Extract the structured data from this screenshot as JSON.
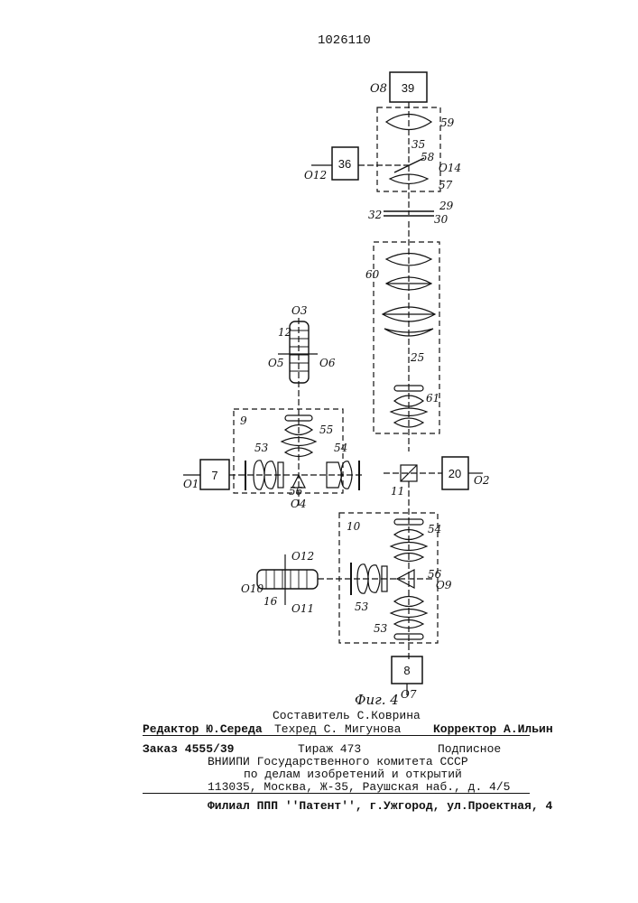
{
  "patent_number": "1026110",
  "figure_caption": "Фиг. 4",
  "diagram": {
    "blocks": [
      "39",
      "36",
      "7",
      "20",
      "8"
    ],
    "labels": {
      "l59": "59",
      "l35": "35",
      "l58": "58",
      "l57": "57",
      "l29": "29",
      "l30": "30",
      "l32": "32",
      "l60": "60",
      "l25": "25",
      "l61": "61",
      "l12": "12",
      "l9": "9",
      "l55": "55",
      "l53a": "53",
      "l54a": "54",
      "l56a": "56",
      "l11": "11",
      "l10": "10",
      "l54b": "54",
      "l56b": "56",
      "l53b": "53",
      "l53c": "53",
      "l16": "16"
    },
    "axes": {
      "O8": "O8",
      "O12a": "O12",
      "O14": "O14",
      "O3": "O3",
      "O5": "O5",
      "O6": "O6",
      "O1": "O1",
      "O2": "O2",
      "O4": "O4",
      "O9": "O9",
      "O12b": "O12",
      "O10": "O10",
      "O11": "O11",
      "O7": "O7"
    }
  },
  "footer": {
    "compiler": "Составитель С.Коврина",
    "editor": "Редактор Ю.Середа",
    "techred": "Техред С. Мигунова",
    "corrector": "Корректор А.Ильин",
    "order": "Заказ 4555/39",
    "circulation": "Тираж 473",
    "subscription": "Подписное",
    "org1": "ВНИИПИ Государственного комитета СССР",
    "org2": "по делам изобретений и открытий",
    "address": "113035, Москва, Ж-35, Раушская наб., д. 4/5",
    "branch": "Филиал ППП ''Патент'', г.Ужгород, ул.Проектная, 4"
  }
}
